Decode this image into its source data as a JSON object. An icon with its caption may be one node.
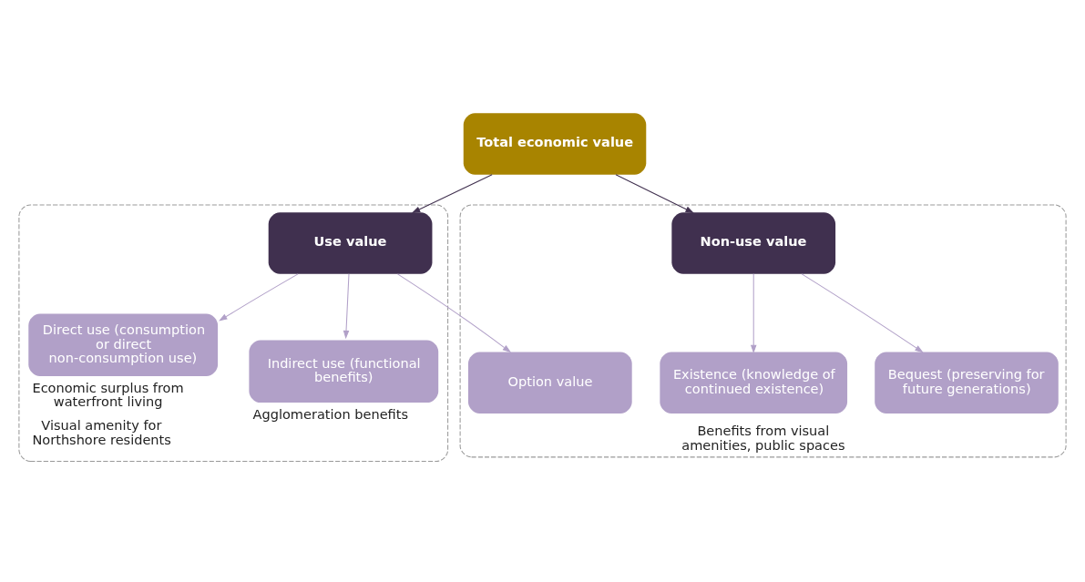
{
  "diagram": {
    "nodes": [
      {
        "text": [
          "Total economic value"
        ]
      },
      {
        "text": [],
        "shape": "box"
      },
      {
        "text": [
          "Use value"
        ],
        "in": 1
      },
      {
        "text": [
          "Direct use (consumption or direct non-consumption use)"
        ],
        "in": 1,
        "beside": [
          "Economic surplus from waterfront living",
          "Visual amenity for Northshore residents"
        ]
      },
      {
        "text": [
          "Indirect use (functional benefits)"
        ],
        "in": 1,
        "beside": [
          "Agglomeration benefits"
        ]
      },
      {
        "text": [
          "Benefits from visual amenities, public spaces"
        ]
      },
      {
        "text": [
          "Non-use value"
        ],
        "in": 5
      },
      {
        "text": [
          "Option value"
        ],
        "in": 5
      },
      {
        "text": [
          "Existence (knowledge of continued existence)"
        ],
        "in": 5
      },
      {
        "text": [
          "Bequest (preserving for future generations)"
        ],
        "in": 5
      }
    ],
    "edges": [
      {
        "from": 0,
        "to": 2,
        "arrow": "to",
        "color": "#40304f"
      },
      {
        "from": 0,
        "to": 6,
        "arrow": "to",
        "color": "#40304f"
      },
      {
        "from": 2,
        "to": 3,
        "arrow": "to"
      },
      {
        "from": 2,
        "to": 4,
        "arrow": "to"
      },
      {
        "from": 2,
        "to": 7,
        "arrow": "to"
      },
      {
        "from": 6,
        "to": 8,
        "arrow": "to"
      },
      {
        "from": 6,
        "to": 9,
        "arrow": "to"
      }
    ]
  }
}
